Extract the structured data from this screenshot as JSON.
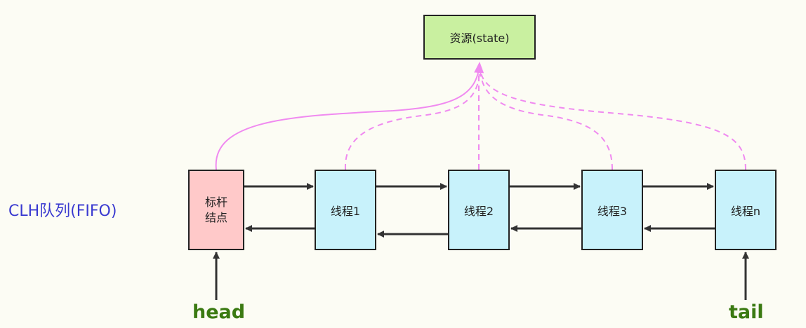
{
  "resource": {
    "label": "资源(state)"
  },
  "queue": {
    "label": "CLH队列(FIFO)"
  },
  "sentinel": {
    "label": "标杆\n结点"
  },
  "threads": [
    {
      "label": "线程1"
    },
    {
      "label": "线程2"
    },
    {
      "label": "线程3"
    },
    {
      "label": "线程n"
    }
  ],
  "pointers": {
    "head": "head",
    "tail": "tail"
  },
  "colors": {
    "resource_fill": "#c9f0a0",
    "sentinel_fill": "#ffc9c9",
    "thread_fill": "#c8f2fb",
    "link_arrow": "#333333",
    "resource_edge": "#f08af0",
    "queue_label": "#3a3ad0",
    "pointer_label": "#3b7a12"
  }
}
